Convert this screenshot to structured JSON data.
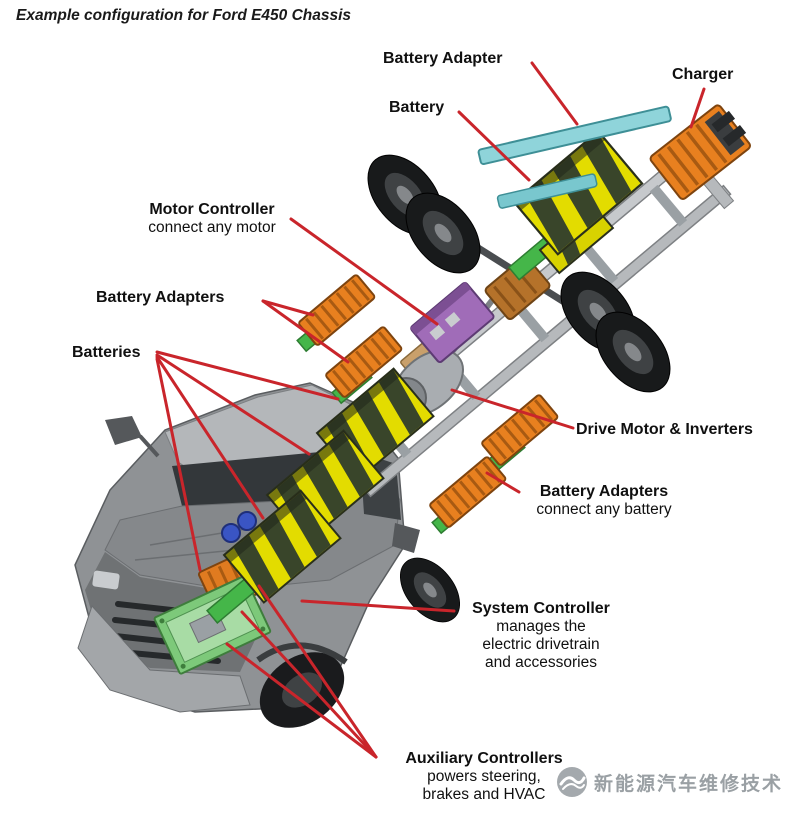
{
  "title": "Example configuration for Ford E450 Chassis",
  "labels": {
    "battery_adapter": "Battery Adapter",
    "charger": "Charger",
    "battery": "Battery",
    "motor_controller": {
      "title": "Motor Controller",
      "subtitle": "connect any motor"
    },
    "battery_adapters_left": "Battery Adapters",
    "batteries": "Batteries",
    "drive_motor": "Drive Motor & Inverters",
    "battery_adapters_right": {
      "title": "Battery Adapters",
      "subtitle": "connect any battery"
    },
    "system_controller": {
      "title": "System Controller",
      "lines": [
        "manages the",
        "electric drivetrain",
        "and accessories"
      ]
    },
    "auxiliary_controllers": {
      "title": "Auxiliary Controllers",
      "lines": [
        "powers steering,",
        "brakes and HVAC"
      ]
    }
  },
  "watermark": {
    "text": "新能源汽车维修技术"
  },
  "colors": {
    "leader_line": "#c9252b",
    "battery_yellow": "#e3dc00",
    "battery_stripe": "#39452a",
    "adapter_orange": "#e8801f",
    "battery_adapter_cyan": "#8fd4da",
    "motor_controller_purple": "#a06cb8",
    "mount_green": "#45b649",
    "label_text": "#101010"
  }
}
